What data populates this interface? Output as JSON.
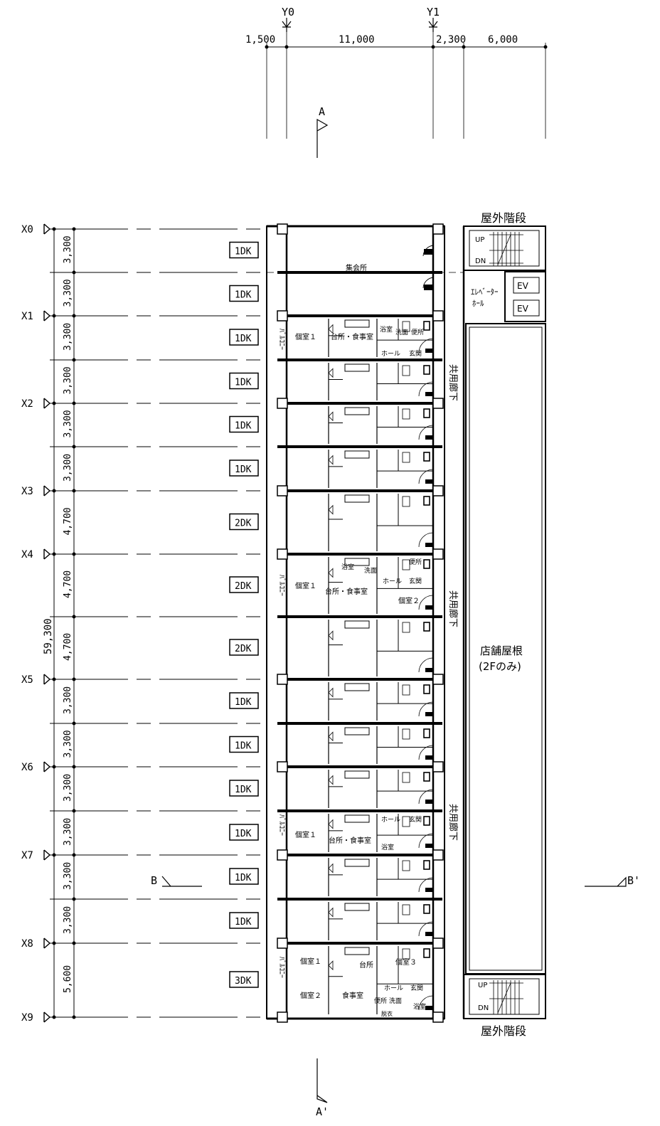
{
  "grid_top": [
    {
      "name": "Y0"
    },
    {
      "name": "Y1"
    }
  ],
  "top_dims": [
    "1,500",
    "11,000",
    "2,300",
    "6,000"
  ],
  "rows": [
    {
      "grid": "X0"
    },
    {
      "grid": "X1"
    },
    {
      "grid": "X2"
    },
    {
      "grid": "X3"
    },
    {
      "grid": "X4"
    },
    {
      "grid": "X5"
    },
    {
      "grid": "X6"
    },
    {
      "grid": "X7"
    },
    {
      "grid": "X8"
    },
    {
      "grid": "X9"
    }
  ],
  "span_dims": [
    "3,300",
    "3,300",
    "3,300",
    "3,300",
    "3,300",
    "3,300",
    "4,700",
    "4,700",
    "4,700",
    "3,300",
    "3,300",
    "3,300",
    "3,300",
    "3,300",
    "3,300",
    "5,600"
  ],
  "total_dim": "59,300",
  "unit_types": [
    "1DK",
    "1DK",
    "1DK",
    "1DK",
    "1DK",
    "1DK",
    "2DK",
    "2DK",
    "2DK",
    "1DK",
    "1DK",
    "1DK",
    "1DK",
    "1DK",
    "1DK",
    "3DK"
  ],
  "section_marks": {
    "a": "A",
    "a_prime": "A'",
    "b": "B",
    "b_prime": "B'"
  },
  "labels": {
    "outdoor_stair_top": "屋外階段",
    "outdoor_stair_bottom": "屋外階段",
    "up": "UP",
    "dn": "DN",
    "ev": "EV",
    "elevator_hall_1": "ｴﾚﾍﾞｰﾀｰ",
    "elevator_hall_2": "ﾎｰﾙ",
    "meeting_room": "集会所",
    "shop_roof_1": "店舗屋根",
    "shop_roof_2": "(2Fのみ)",
    "corridor": "共用廊下",
    "balcony": "ﾊﾞﾙｺﾆｰ",
    "private_room_1": "個室１",
    "private_room_2": "個室２",
    "private_room_3": "個室３",
    "kitchen_dining": "台所・食事室",
    "kitchen": "台所",
    "dining": "食事室",
    "bath": "浴室",
    "washroom": "洗面",
    "toilet": "便所",
    "hall": "ホール",
    "entrance": "玄関",
    "dressing": "脱衣"
  }
}
